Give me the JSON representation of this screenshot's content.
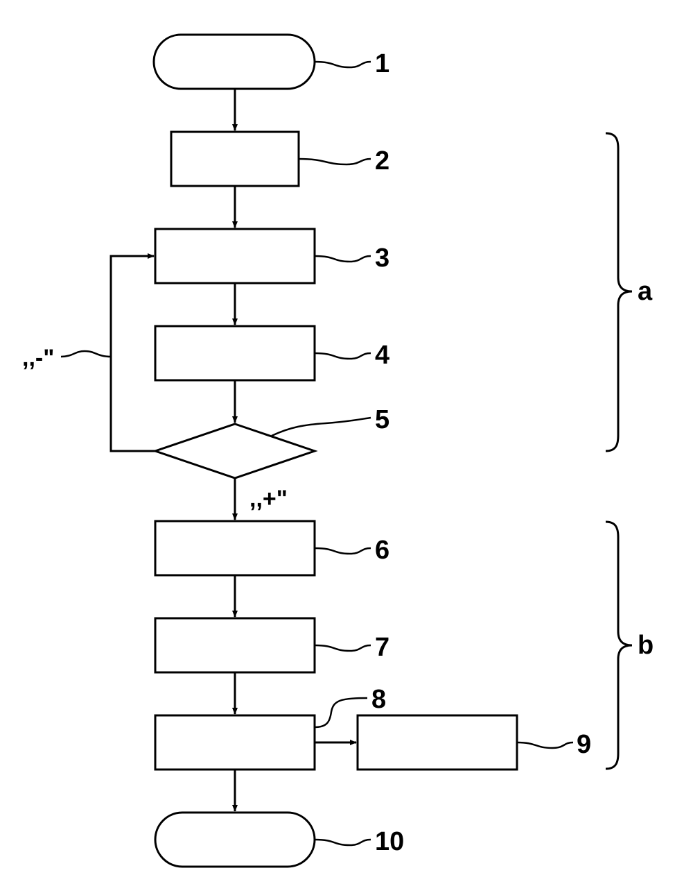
{
  "diagram": {
    "refs": {
      "start": "1",
      "step2": "2",
      "step3": "3",
      "step4": "4",
      "decision": "5",
      "step6": "6",
      "step7": "7",
      "step8": "8",
      "step9": "9",
      "end": "10"
    },
    "conditions": {
      "negative": ",,-\"",
      "positive": ",,+\""
    },
    "groups": {
      "a": "a",
      "b": "b"
    }
  }
}
